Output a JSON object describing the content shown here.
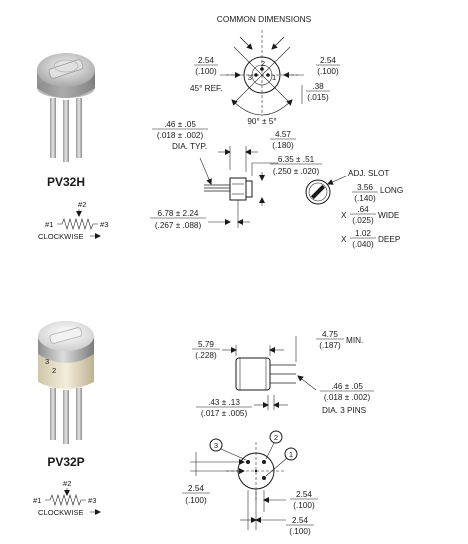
{
  "header": {
    "title": "COMMON DIMENSIONS"
  },
  "part_top": {
    "name": "PV32H",
    "schematic": {
      "pin1": "#1",
      "pin2": "#2",
      "pin3": "#3",
      "direction": "CLOCKWISE"
    }
  },
  "part_bottom": {
    "name": "PV32P",
    "schematic": {
      "pin1": "#1",
      "pin2": "#2",
      "pin3": "#3",
      "direction": "CLOCKWISE"
    },
    "body_marks": [
      "3",
      "2"
    ]
  },
  "top_view": {
    "left_dim": {
      "main": "2.54",
      "sub": "(.100)"
    },
    "right_dim": {
      "main": "2.54",
      "sub": "(.100)"
    },
    "offset_dim": {
      "main": ".38",
      "sub": "(.015)"
    },
    "ref_angle": "45° REF.",
    "angle": "90° ± 5°",
    "pins": [
      "3",
      "2",
      "1"
    ]
  },
  "side_view": {
    "pin_dia": {
      "main": ".46 ± .05",
      "sub": "(.018 ± .002)",
      "note": "DIA. TYP."
    },
    "pin_len": {
      "main": "4.57",
      "sub": "(.180)"
    },
    "body_depth": {
      "main": "6.35 ± .51",
      "sub": "(.250 ± .020)"
    },
    "height": {
      "main": "6.78 ± 2.24",
      "sub": "(.267 ± .088)"
    }
  },
  "adj_slot": {
    "title": "ADJ. SLOT",
    "long": {
      "main": "3.56",
      "sub": "(.140)",
      "label": "LONG"
    },
    "wide": {
      "prefix": "X",
      "main": ".64",
      "sub": "(.025)",
      "label": "WIDE"
    },
    "deep": {
      "prefix": "X",
      "main": "1.02",
      "sub": "(.040)",
      "label": "DEEP"
    }
  },
  "p_side_view": {
    "pin_len": {
      "main": "4.75",
      "sub": "(.187)",
      "suffix": "MIN."
    },
    "body_len": {
      "main": "5.79",
      "sub": "(.228)"
    },
    "offset": {
      "main": ".43 ± .13",
      "sub": "(.017 ± .005)"
    },
    "pin_dia": {
      "main": ".46 ± .05",
      "sub": "(.018 ± .002)",
      "note": "DIA. 3 PINS"
    }
  },
  "p_bottom_view": {
    "pins": [
      "3",
      "2",
      "1"
    ],
    "left_dim": {
      "main": "2.54",
      "sub": "(.100)"
    },
    "right_dim1": {
      "main": "2.54",
      "sub": "(.100)"
    },
    "right_dim2": {
      "main": "2.54",
      "sub": "(.100)"
    }
  }
}
